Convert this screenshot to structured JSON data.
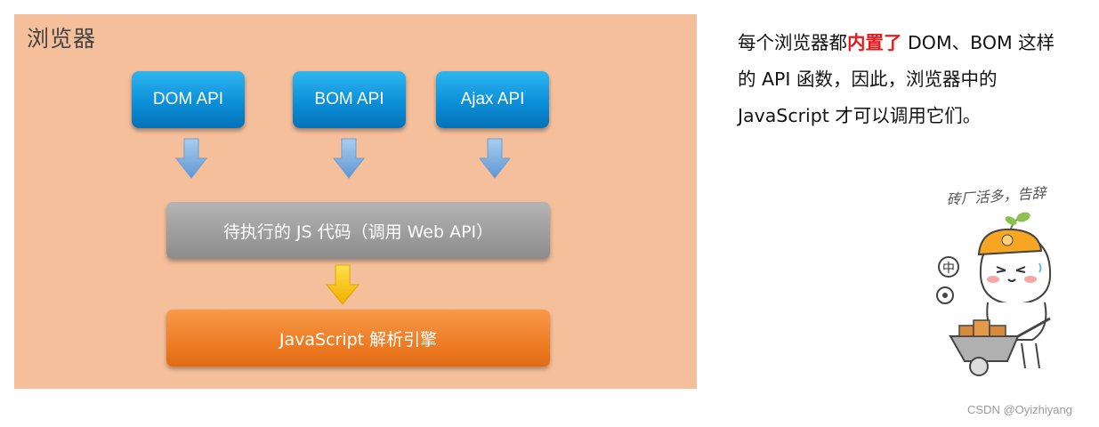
{
  "diagram": {
    "panel_title": "浏览器",
    "apis": [
      {
        "label": "DOM API"
      },
      {
        "label": "BOM API"
      },
      {
        "label": "Ajax API"
      }
    ],
    "pending_code": "待执行的 JS 代码（调用 Web API）",
    "engine": "JavaScript 解析引擎"
  },
  "description": {
    "line1_before": "每个浏览器都",
    "line1_highlight": "内置了",
    "line1_after": " DOM、BOM 这样",
    "line2": "的 API 函数，因此，浏览器中的",
    "line3": "JavaScript 才可以调用它们。"
  },
  "sticker": {
    "caption": "砖厂活多，告辞",
    "badge_text": "中"
  },
  "watermark": "CSDN @Oyizhiyang",
  "colors": {
    "panel": "#f5bf9b",
    "api_blue": "#0b8fd8",
    "gray_bar": "#9c9c9c",
    "engine_orange": "#ef7f27",
    "highlight": "#e8191b",
    "arrow_blue": "#7aaedf",
    "arrow_yellow": "#f5c400"
  }
}
